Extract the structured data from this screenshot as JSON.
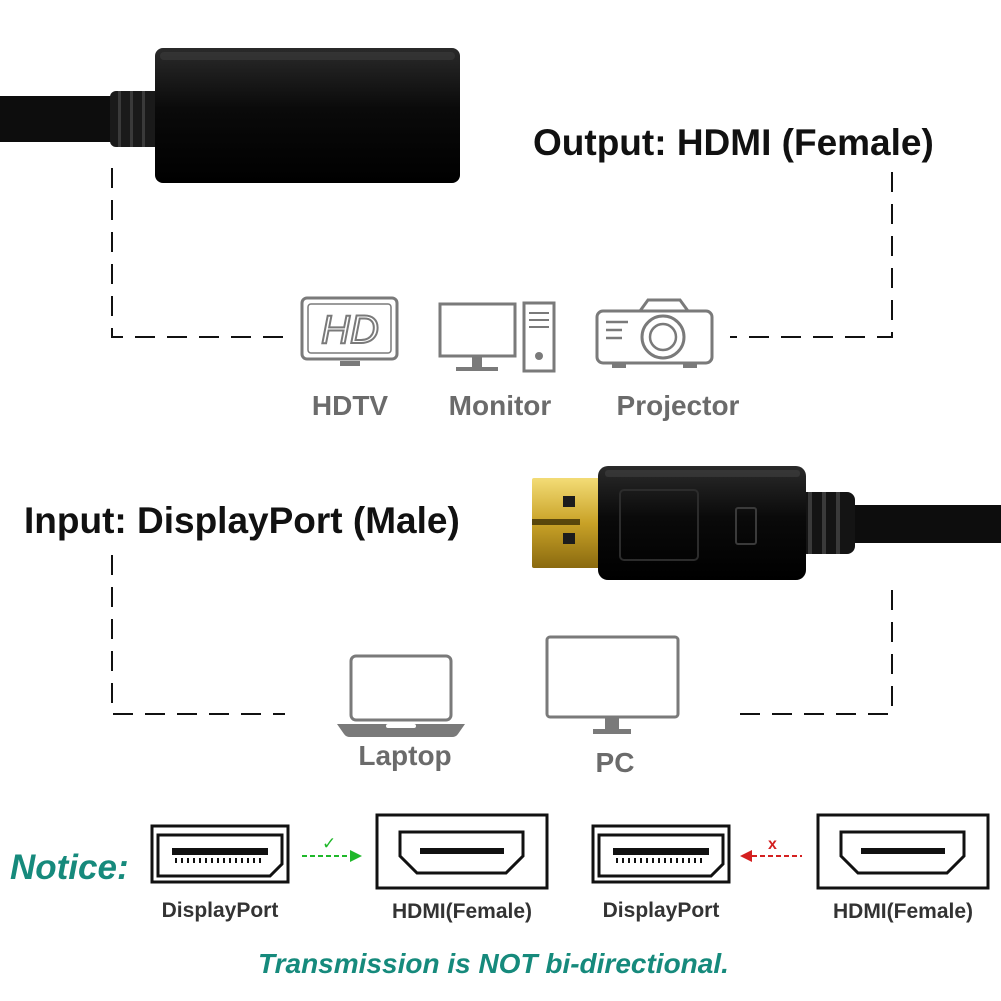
{
  "output_heading": "Output: HDMI (Female)",
  "input_heading": "Input: DisplayPort (Male)",
  "output_devices": [
    {
      "label": "HDTV",
      "icon": "hdtv-icon",
      "icon_text": "HD"
    },
    {
      "label": "Monitor",
      "icon": "monitor-icon"
    },
    {
      "label": "Projector",
      "icon": "projector-icon"
    }
  ],
  "input_devices": [
    {
      "label": "Laptop",
      "icon": "laptop-icon"
    },
    {
      "label": "PC",
      "icon": "pc-icon"
    }
  ],
  "notice": {
    "label": "Notice:",
    "valid": {
      "from": "DisplayPort",
      "to": "HDMI(Female)",
      "mark": "✓"
    },
    "invalid": {
      "from": "DisplayPort",
      "to": "HDMI(Female)",
      "mark": "x"
    },
    "footer": "Transmission is NOT bi-directional."
  },
  "colors": {
    "accent": "#168a7c",
    "check": "#1fb82a",
    "cross": "#d42020",
    "icon_gray": "#7a7a7a"
  }
}
